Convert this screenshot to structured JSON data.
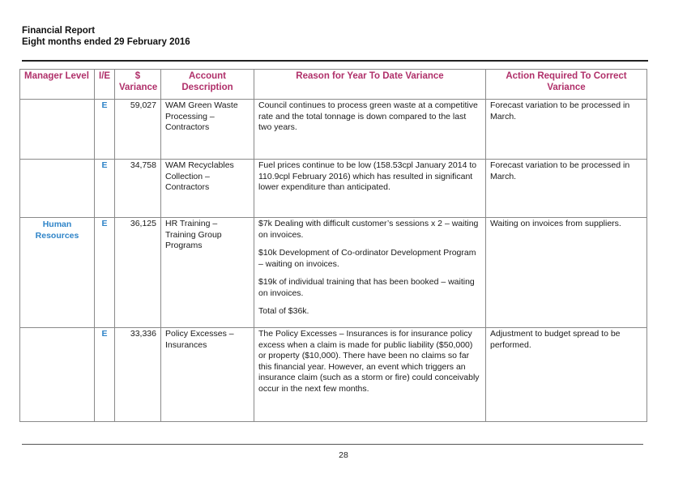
{
  "header": {
    "title": "Financial Report",
    "subtitle": "Eight months ended 29 February 2016"
  },
  "table": {
    "headers": {
      "manager": "Manager Level",
      "ie": "I/E",
      "variance_line1": "$",
      "variance_line2": "Variance",
      "account_line1": "Account",
      "account_line2": "Description",
      "reason": "Reason for Year To Date Variance",
      "action_line1": "Action Required To Correct",
      "action_line2": "Variance"
    },
    "rows": [
      {
        "manager": "",
        "ie": "E",
        "variance": "59,027",
        "account": "WAM Green Waste Processing – Contractors",
        "reason": [
          "Council continues to process green waste at a competitive rate and the total tonnage is down compared to the last two years."
        ],
        "action": "Forecast variation to be processed in March."
      },
      {
        "manager": "",
        "ie": "E",
        "variance": "34,758",
        "account": "WAM Recyclables Collection – Contractors",
        "reason": [
          "Fuel prices continue to be low (158.53cpl January 2014 to 110.9cpl February 2016) which has resulted in significant lower expenditure than anticipated."
        ],
        "action": "Forecast variation to be processed in March."
      },
      {
        "manager": "Human Resources",
        "ie": "E",
        "variance": "36,125",
        "account": "HR Training – Training Group Programs",
        "reason": [
          "$7k Dealing with difficult customer’s sessions x 2 – waiting on invoices.",
          "$10k Development of Co-ordinator Development Program – waiting on invoices.",
          "$19k of individual training that has been booked – waiting on invoices.",
          "Total of $36k."
        ],
        "action": "Waiting on invoices from suppliers."
      },
      {
        "manager": "",
        "ie": "E",
        "variance": "33,336",
        "account": "Policy Excesses – Insurances",
        "reason": [
          "The Policy Excesses – Insurances is for insurance policy excess when a claim is made for public liability ($50,000) or property ($10,000). There have been no claims so far this financial year. However, an event which triggers an insurance claim (such as a storm or fire) could conceivably occur in the next few months."
        ],
        "action": "Adjustment to budget spread to be performed."
      }
    ]
  },
  "footer": {
    "page_number": "28"
  }
}
